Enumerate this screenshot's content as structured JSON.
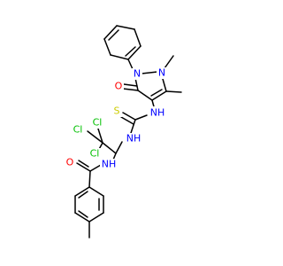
{
  "diagram": {
    "type": "chemical-structure",
    "colors": {
      "bond": "#000000",
      "N": "#0000ff",
      "O": "#ff0000",
      "S": "#cccc00",
      "Cl": "#00c000",
      "C": "#000000"
    },
    "labels": {
      "ring_n1": "N",
      "ring_n2": "N",
      "ring_o": "O",
      "thio_nh": "NH",
      "thio_s": "S",
      "thio_nh2": "NH",
      "cl_1": "Cl",
      "cl_2": "Cl",
      "cl_3": "Cl",
      "amide_o": "O",
      "amide_nh": "NH"
    }
  }
}
